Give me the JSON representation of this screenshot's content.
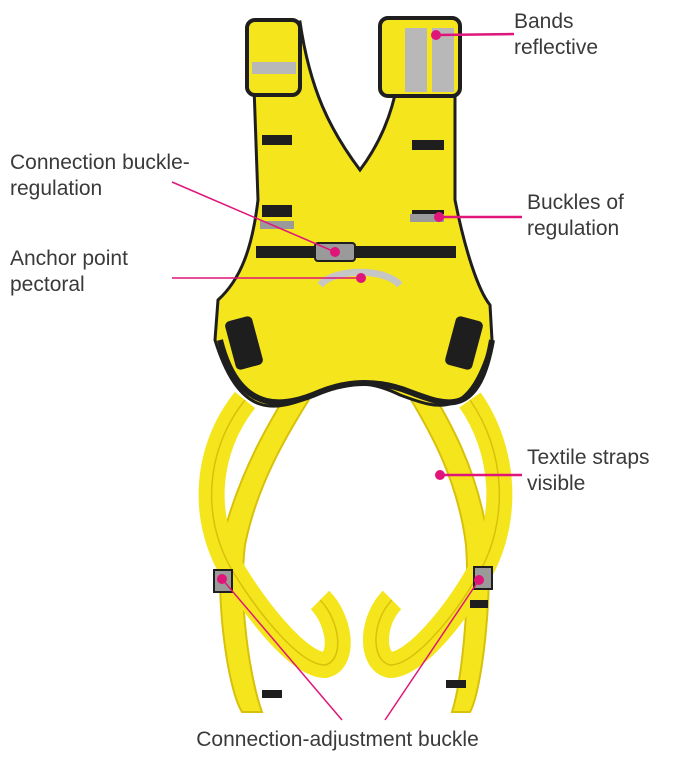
{
  "colors": {
    "accent": "#e0157a",
    "harness": "#f5e51c",
    "harness_shadow": "#d8c10a",
    "trim": "#1e1e1e",
    "reflective": "#b8b8b8",
    "buckle": "#9a9a9a",
    "text": "#3a3a3a"
  },
  "labels": {
    "bands": {
      "line1": "Bands",
      "line2": "reflective"
    },
    "connection_buckle_regulation": {
      "line1": "Connection buckle-",
      "line2": "regulation"
    },
    "buckles_of_regulation": {
      "line1": "Buckles of",
      "line2": "regulation"
    },
    "anchor_point": {
      "line1": "Anchor point",
      "line2": "pectoral"
    },
    "textile_straps": {
      "line1": "Textile straps",
      "line2": "visible"
    },
    "connection_adjustment_buckle": {
      "text": "Connection-adjustment buckle"
    }
  },
  "icons": {
    "callout_marker": "filled-circle",
    "harness": "safety-harness-illustration"
  }
}
